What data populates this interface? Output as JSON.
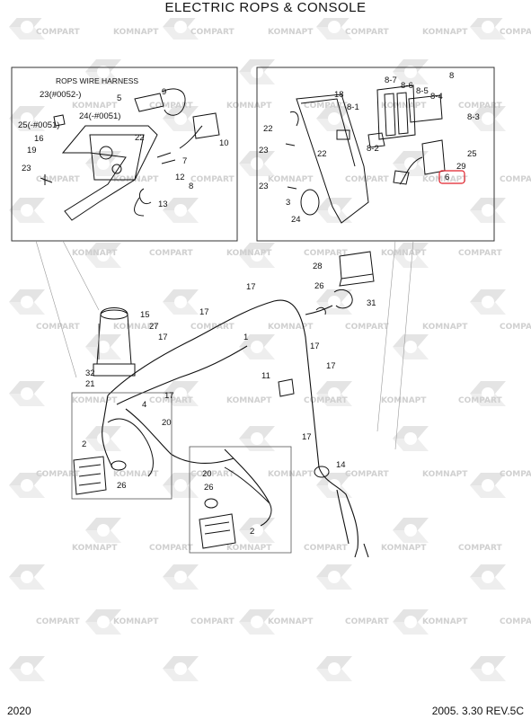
{
  "title": "ELECTRIC ROPS & CONSOLE",
  "page_number": "2020",
  "revision": "2005. 3.30 REV.5C",
  "watermark_words": [
    "COMPART",
    "KOMNAPT"
  ],
  "inset_left": {
    "heading": "ROPS WIRE HARNESS",
    "labels": [
      "23(#0052-)",
      "5",
      "9",
      "25(-#0051)",
      "24(-#0051)",
      "16",
      "22",
      "10",
      "19",
      "7",
      "23",
      "12",
      "8",
      "13"
    ]
  },
  "inset_right": {
    "labels": [
      "8",
      "18",
      "8-7",
      "8-6",
      "8-5",
      "8-4",
      "8-1",
      "8-3",
      "22",
      "8-2",
      "23",
      "22",
      "25",
      "29",
      "6",
      "23",
      "3",
      "24"
    ]
  },
  "main": {
    "labels": [
      "28",
      "26",
      "31",
      "17",
      "15",
      "17",
      "27",
      "17",
      "1",
      "17",
      "32",
      "21",
      "11",
      "17",
      "4",
      "17",
      "20",
      "17",
      "2",
      "14",
      "20",
      "26",
      "26",
      "2"
    ]
  },
  "highlight_color": "#e0202a"
}
